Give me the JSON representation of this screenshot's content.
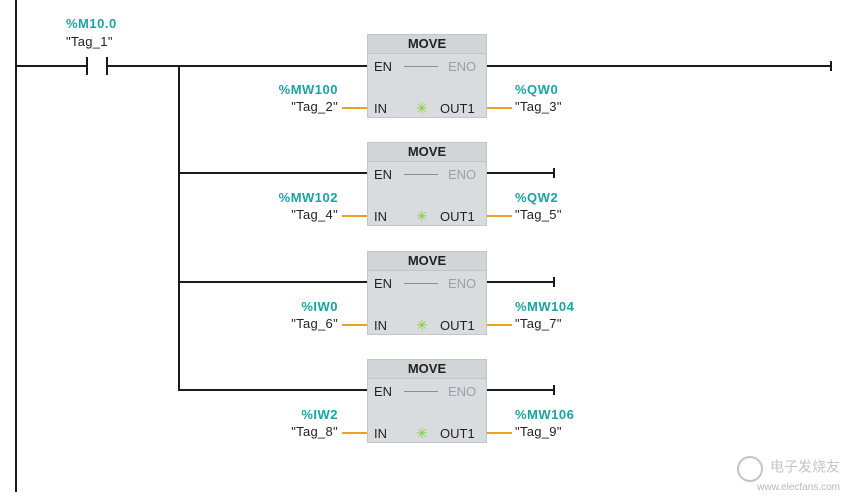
{
  "contact": {
    "address": "%M10.0",
    "tag": "\"Tag_1\""
  },
  "blocks": [
    {
      "title": "MOVE",
      "en": "EN",
      "eno": "ENO",
      "in": "IN",
      "out": "OUT1",
      "in_addr": "%MW100",
      "in_tag": "\"Tag_2\"",
      "out_addr": "%QW0",
      "out_tag": "\"Tag_3\""
    },
    {
      "title": "MOVE",
      "en": "EN",
      "eno": "ENO",
      "in": "IN",
      "out": "OUT1",
      "in_addr": "%MW102",
      "in_tag": "\"Tag_4\"",
      "out_addr": "%QW2",
      "out_tag": "\"Tag_5\""
    },
    {
      "title": "MOVE",
      "en": "EN",
      "eno": "ENO",
      "in": "IN",
      "out": "OUT1",
      "in_addr": "%IW0",
      "in_tag": "\"Tag_6\"",
      "out_addr": "%MW104",
      "out_tag": "\"Tag_7\""
    },
    {
      "title": "MOVE",
      "en": "EN",
      "eno": "ENO",
      "in": "IN",
      "out": "OUT1",
      "in_addr": "%IW2",
      "in_tag": "\"Tag_8\"",
      "out_addr": "%MW106",
      "out_tag": "\"Tag_9\""
    }
  ],
  "watermark": {
    "title": "电子发烧友",
    "url": "www.elecfans.com"
  }
}
